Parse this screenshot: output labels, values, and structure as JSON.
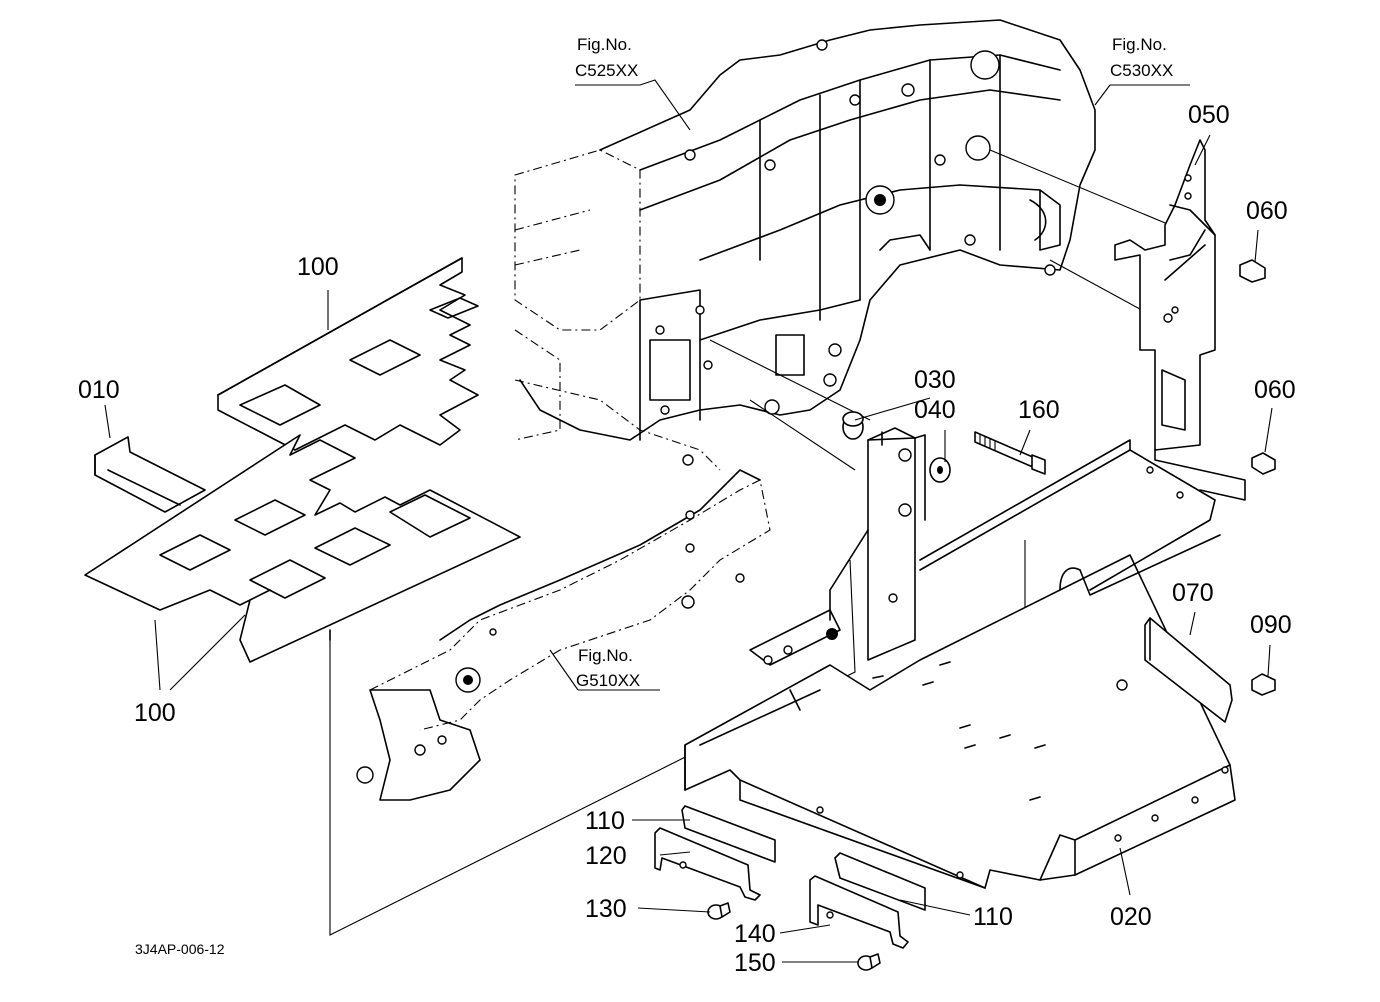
{
  "diagram": {
    "code": "3J4AP-006-12",
    "figure_refs": [
      {
        "id": "fig-c525",
        "line1": "Fig.No.",
        "line2": "C525XX"
      },
      {
        "id": "fig-c530",
        "line1": "Fig.No.",
        "line2": "C530XX"
      },
      {
        "id": "fig-g510",
        "line1": "Fig.No.",
        "line2": "G510XX"
      }
    ],
    "callouts": {
      "c010": "010",
      "c020": "020",
      "c030": "030",
      "c040": "040",
      "c050": "050",
      "c060a": "060",
      "c060b": "060",
      "c070": "070",
      "c090": "090",
      "c100a": "100",
      "c100b": "100",
      "c110a": "110",
      "c110b": "110",
      "c120": "120",
      "c130": "130",
      "c140": "140",
      "c150": "150",
      "c160": "160"
    }
  }
}
